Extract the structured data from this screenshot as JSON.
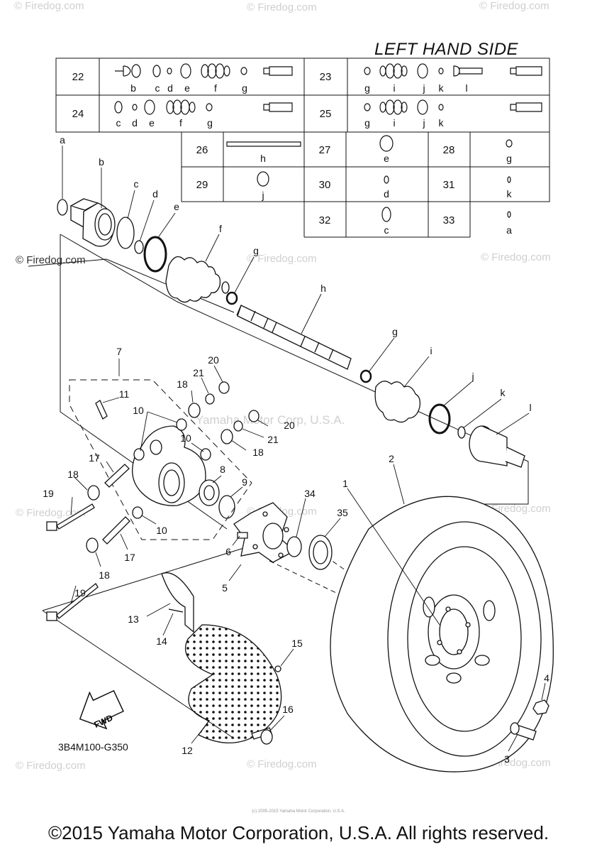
{
  "page": {
    "title": "LEFT HAND SIDE",
    "drawing_number": "3B4M100-G350",
    "copyright": "©2015 Yamaha Motor Corporation, U.S.A. All rights reserved.",
    "tiny_copyright": "(c) 2005-2015 Yamaha Motor Corporation, U.S.A.",
    "watermark": "© Firedog.com",
    "center_watermark": "Yamaha Motor Corp, U.S.A.",
    "fwd_label": "FWD"
  },
  "kit_table": {
    "rows": [
      {
        "a": {
          "num": "22",
          "letters": [
            "b",
            "c",
            "d",
            "e",
            "f",
            "g"
          ]
        },
        "b": {
          "num": "23",
          "letters": [
            "g",
            "i",
            "j",
            "k",
            "l"
          ]
        }
      },
      {
        "a": {
          "num": "24",
          "letters": [
            "c",
            "d",
            "e",
            "f",
            "g"
          ]
        },
        "b": {
          "num": "25",
          "letters": [
            "g",
            "i",
            "j",
            "k"
          ]
        }
      }
    ],
    "small_rows": [
      [
        {
          "num": "26",
          "letter": "h"
        },
        {
          "num": "27",
          "letter": "e"
        },
        {
          "num": "28",
          "letter": "g"
        }
      ],
      [
        {
          "num": "29",
          "letter": "j"
        },
        {
          "num": "30",
          "letter": "d"
        },
        {
          "num": "31",
          "letter": "k"
        }
      ],
      [
        {
          "num": "32",
          "letter": "c"
        },
        {
          "num": "33",
          "letter": "a"
        }
      ]
    ]
  },
  "callouts": {
    "letters": [
      "a",
      "b",
      "c",
      "d",
      "e",
      "f",
      "g",
      "h",
      "g",
      "i",
      "j",
      "k",
      "l"
    ],
    "numbers": [
      "7",
      "11",
      "10",
      "18",
      "21",
      "20",
      "20",
      "21",
      "18",
      "10",
      "17",
      "18",
      "19",
      "8",
      "9",
      "10",
      "17",
      "18",
      "19",
      "34",
      "35",
      "6",
      "5",
      "1",
      "2",
      "13",
      "14",
      "15",
      "16",
      "12",
      "4",
      "3"
    ]
  }
}
